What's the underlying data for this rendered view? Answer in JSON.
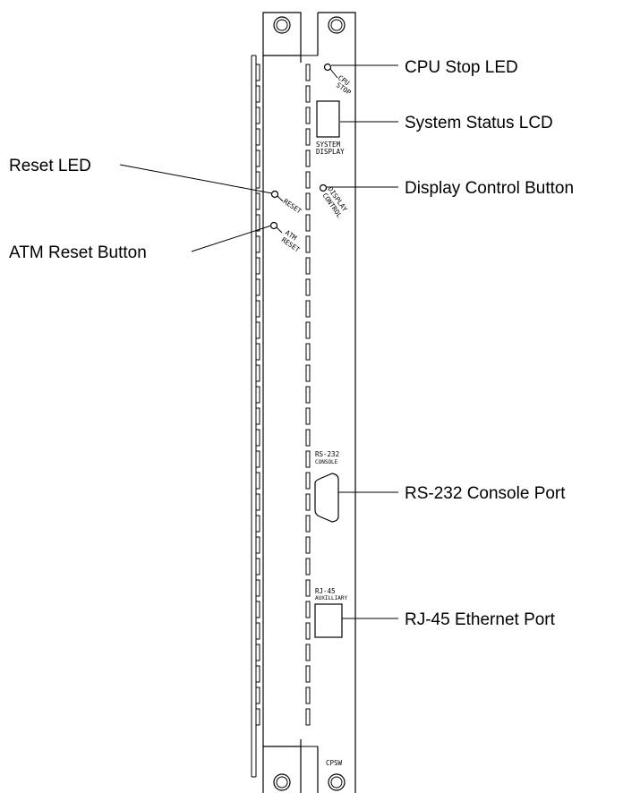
{
  "callouts": {
    "cpu_stop_led": "CPU Stop LED",
    "system_status_lcd": "System Status LCD",
    "reset_led": "Reset LED",
    "display_control_button": "Display Control Button",
    "atm_reset_button": "ATM Reset Button",
    "rs232_console_port": "RS-232 Console Port",
    "rj45_ethernet_port": "RJ-45 Ethernet Port"
  },
  "panel_labels": {
    "cpu": "CPU",
    "stop": "STOP",
    "system": "SYSTEM",
    "display": "DISPLAY",
    "display_ctl_1": "DISPLAY",
    "display_ctl_2": "CONTROL",
    "reset": "RESET",
    "atm": "ATM",
    "atm_reset": "RESET",
    "rs232": "RS-232",
    "console": "CONSOLE",
    "rj45": "RJ-45",
    "auxiliary": "AUXILLIARY",
    "card_name": "CPSW"
  }
}
